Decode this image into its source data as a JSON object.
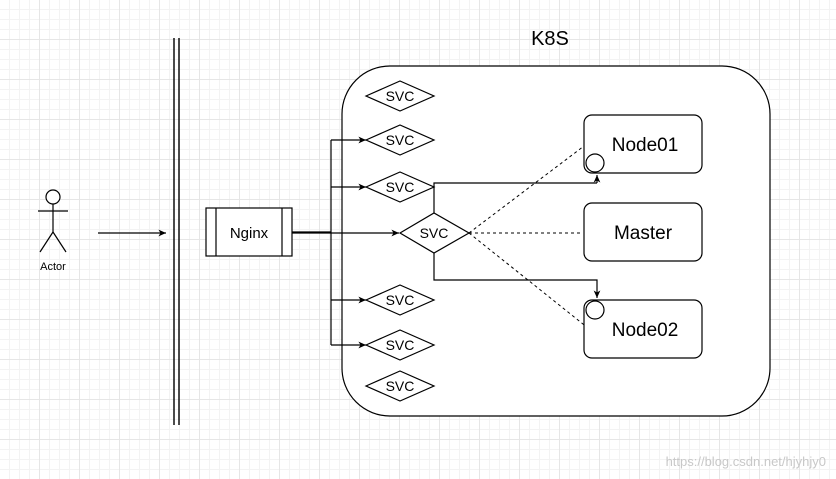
{
  "diagram": {
    "cluster_label": "K8S",
    "actor_label": "Actor",
    "proxy_label": "Nginx",
    "service_label": "SVC",
    "nodes": {
      "node01": "Node01",
      "master": "Master",
      "node02": "Node02"
    },
    "watermark": "https://blog.csdn.net/hjyhjy0"
  }
}
